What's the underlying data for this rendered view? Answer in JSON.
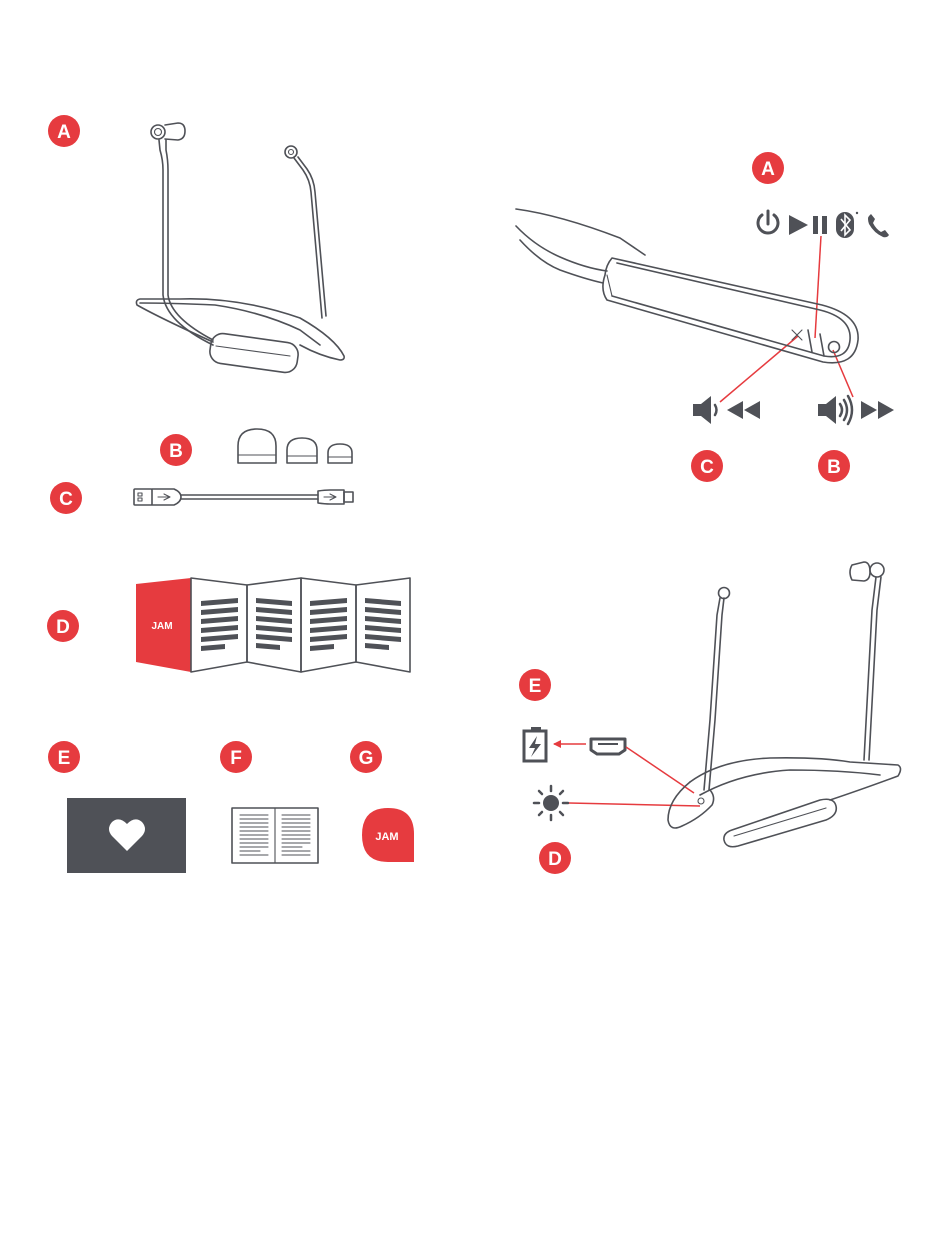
{
  "colors": {
    "accent": "#e63b3f",
    "ink": "#4f5157",
    "paper": "#ffffff"
  },
  "left_panel": {
    "labels": {
      "a": "A",
      "b": "B",
      "c": "C",
      "d": "D",
      "e": "E",
      "f": "F",
      "g": "G"
    },
    "items": {
      "headphones": "neckband-headphones",
      "ear_tips": "ear-tips-three-sizes",
      "cable": "usb-charging-cable",
      "leaflet": "foldout-quick-start-leaflet",
      "card": "heart-card",
      "booklet": "instruction-booklet",
      "sticker": "jam-logo-sticker"
    },
    "brand_text": "JAM"
  },
  "right_panel": {
    "controls_labels": {
      "a": "A",
      "b": "B",
      "c": "C"
    },
    "controls_icons": [
      "power-icon",
      "play-icon",
      "pause-icon",
      "bluetooth-icon",
      "phone-icon"
    ],
    "volume_down_icons": [
      "volume-down-icon",
      "rewind-icon"
    ],
    "volume_up_icons": [
      "volume-up-icon",
      "fast-forward-icon"
    ],
    "ports_labels": {
      "e": "E",
      "d": "D"
    },
    "ports_icons": [
      "battery-charging-icon",
      "usb-port-icon",
      "led-light-icon"
    ]
  }
}
